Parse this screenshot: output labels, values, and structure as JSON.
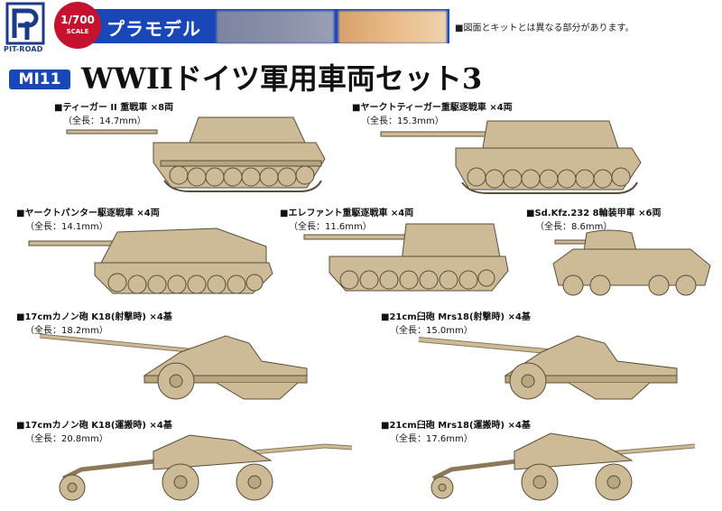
{
  "header": {
    "logo_text": "PIT-ROAD",
    "scale_num": "1/700",
    "scale_label": "SCALE",
    "banner_text": "プラモデル",
    "notice": "■図面とキットとは異なる部分があります。"
  },
  "product": {
    "code": "MI11",
    "title": "WWIIドイツ軍用車両セット3"
  },
  "items": [
    {
      "name": "■ティーガー II 重戦車 ×8両",
      "length": "（全長：14.7mm）"
    },
    {
      "name": "■ヤークトティーガー重駆逐戦車 ×4両",
      "length": "（全長：15.3mm）"
    },
    {
      "name": "■ヤークトパンター駆逐戦車 ×4両",
      "length": "（全長：14.1mm）"
    },
    {
      "name": "■エレファント重駆逐戦車 ×4両",
      "length": "（全長：11.6mm）"
    },
    {
      "name": "■Sd.Kfz.232 8輪装甲車 ×6両",
      "length": "（全長：8.6mm）"
    },
    {
      "name": "■17cmカノン砲 K18(射撃時) ×4基",
      "length": "（全長：18.2mm）"
    },
    {
      "name": "■21cm臼砲 Mrs18(射撃時) ×4基",
      "length": "（全長：15.0mm）"
    },
    {
      "name": "■17cmカノン砲 K18(運搬時) ×4基",
      "length": "（全長：20.8mm）"
    },
    {
      "name": "■21cm臼砲 Mrs18(運搬時) ×4基",
      "length": "（全長：17.6mm）"
    }
  ],
  "colors": {
    "brand_blue": "#1a47b8",
    "scale_red": "#c4122f",
    "vehicle_tan": "#cdbb98",
    "vehicle_dark": "#9c8a68"
  }
}
